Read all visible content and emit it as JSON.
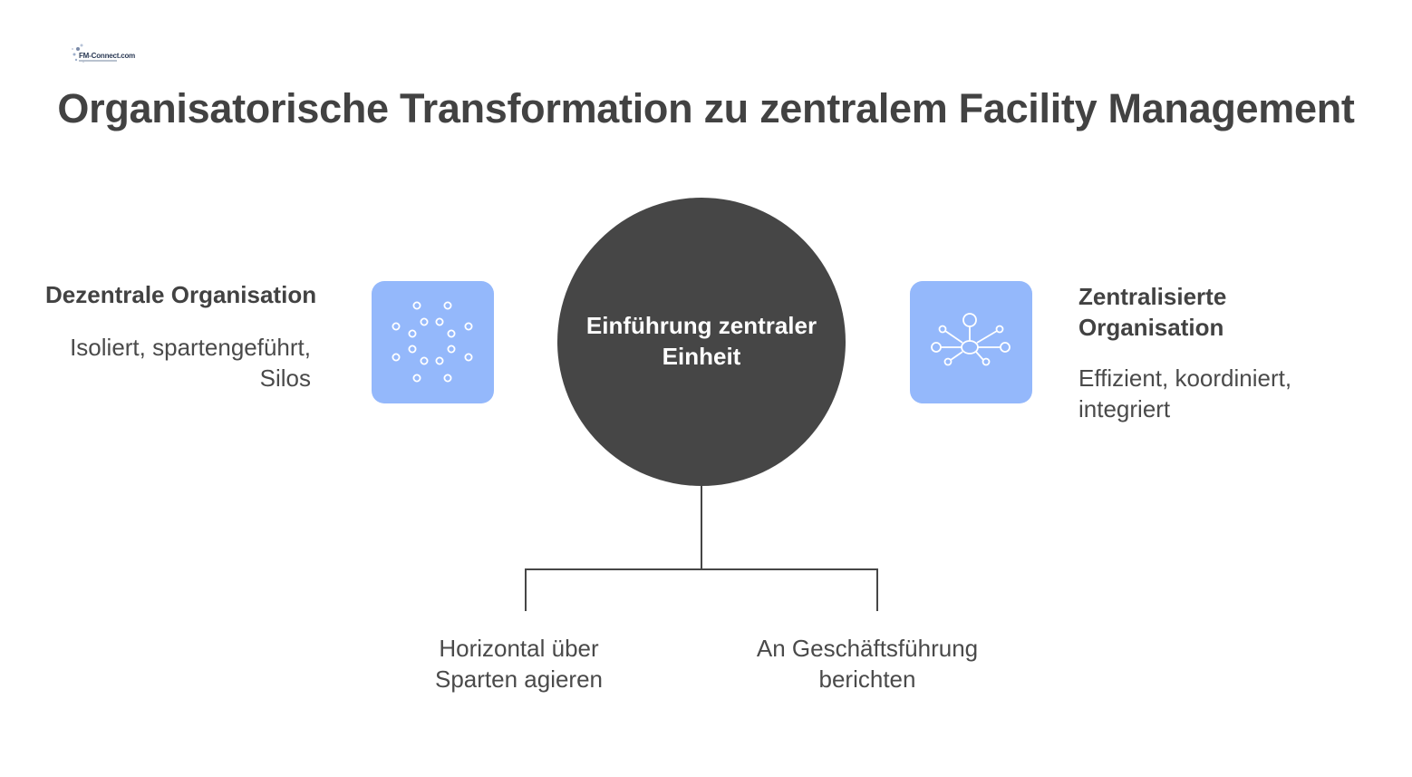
{
  "logo": {
    "text": "FM-Connect.com"
  },
  "title": "Organisatorische Transformation zu zentralem Facility Management",
  "left": {
    "heading": "Dezentrale Organisation",
    "description": "Isoliert, spartengeführt, Silos",
    "icon": "scattered-dots-icon"
  },
  "center": {
    "label": "Einführung zentraler Einheit"
  },
  "right": {
    "heading": "Zentralisierte Organisation",
    "description": "Effizient, koordiniert, integriert",
    "icon": "hub-network-icon"
  },
  "branches": [
    {
      "label": "Horizontal über Sparten agieren"
    },
    {
      "label": "An Geschäftsführung berichten"
    }
  ],
  "colors": {
    "title_text": "#424242",
    "circle_fill": "#464646",
    "icon_box_fill": "#94b8fb",
    "icon_stroke": "#ffffff",
    "connector": "#464646"
  }
}
